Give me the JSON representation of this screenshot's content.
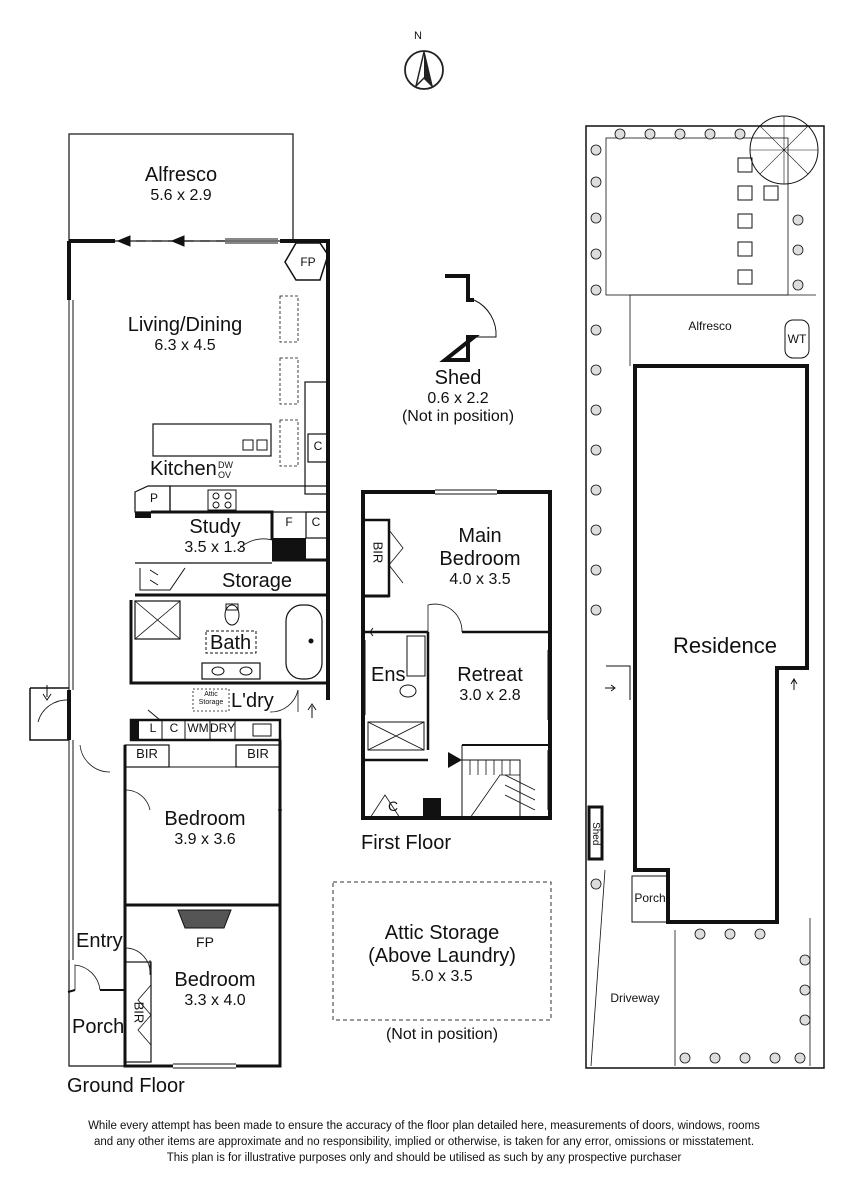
{
  "compass": {
    "north_label": "N"
  },
  "ground_floor": {
    "title": "Ground Floor",
    "rooms": {
      "alfresco": {
        "name": "Alfresco",
        "dims": "5.6 x 2.9"
      },
      "living": {
        "name": "Living/Dining",
        "dims": "6.3 x 4.5"
      },
      "kitchen": {
        "name": "Kitchen",
        "dw": "DW",
        "ov": "OV"
      },
      "study": {
        "name": "Study",
        "dims": "3.5 x 1.3"
      },
      "storage": {
        "name": "Storage"
      },
      "bath": {
        "name": "Bath"
      },
      "laundry": {
        "name": "L'dry"
      },
      "attic_storage_small": {
        "line1": "Attic",
        "line2": "Storage"
      },
      "bedroom1": {
        "name": "Bedroom",
        "dims": "3.9 x 3.6"
      },
      "bedroom2": {
        "name": "Bedroom",
        "dims": "3.3 x 4.0"
      },
      "entry": {
        "name": "Entry"
      },
      "porch": {
        "name": "Porch"
      }
    },
    "fixtures": {
      "fp_living": "FP",
      "fp_bedroom": "FP",
      "c1": "C",
      "c2": "C",
      "c3": "C",
      "f": "F",
      "p": "P",
      "l": "L",
      "wm": "WM",
      "dry": "DRY",
      "bir1": "BIR",
      "bir2": "BIR",
      "bir3": "BIR"
    }
  },
  "shed": {
    "name": "Shed",
    "dims": "0.6 x 2.2",
    "note": "(Not in position)"
  },
  "first_floor": {
    "title": "First Floor",
    "rooms": {
      "main_bedroom": {
        "line1": "Main",
        "line2": "Bedroom",
        "dims": "4.0 x 3.5"
      },
      "retreat": {
        "name": "Retreat",
        "dims": "3.0 x 2.8"
      },
      "ens": {
        "name": "Ens"
      }
    },
    "fixtures": {
      "bir": "BIR",
      "c": "C"
    }
  },
  "attic": {
    "line1": "Attic Storage",
    "line2": "(Above Laundry)",
    "dims": "5.0 x 3.5",
    "note": "(Not in position)"
  },
  "site": {
    "alfresco": "Alfresco",
    "wt": "WT",
    "residence": "Residence",
    "shed": "Shed",
    "porch": "Porch",
    "driveway": "Driveway"
  },
  "disclaimer": {
    "line1": "While every attempt has been made to ensure the accuracy of the floor plan detailed here, measurements of doors, windows, rooms",
    "line2": "and any other items are approximate and no responsibility, implied or otherwise, is taken for any error, omissions or misstatement.",
    "line3": "This plan is for illustrative purposes only and should be utilised as such by any prospective purchaser"
  }
}
